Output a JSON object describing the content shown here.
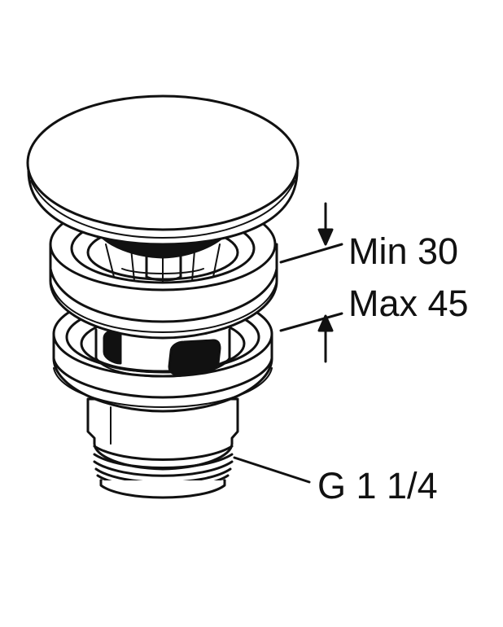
{
  "labels": {
    "min": "Min 30",
    "max": "Max 45",
    "thread": "G 1 1/4"
  },
  "colors": {
    "line": "#111111",
    "background": "#ffffff"
  }
}
